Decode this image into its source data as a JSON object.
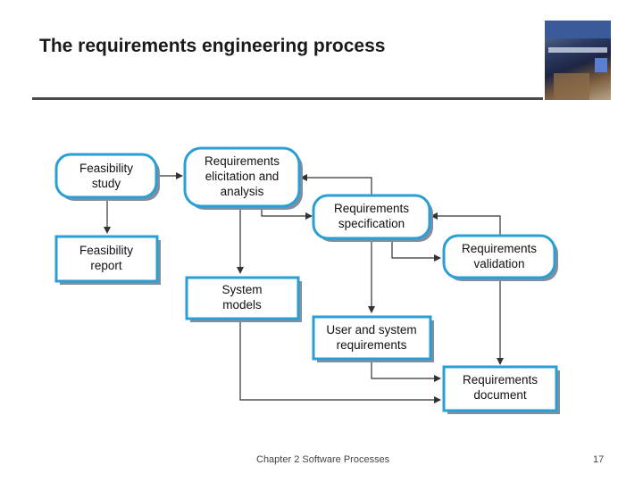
{
  "slide": {
    "title": "The requirements engineering process",
    "footer_text": "Chapter 2 Software Processes",
    "page_number": "17"
  },
  "diagram": {
    "colors": {
      "border": "#2a9fd6",
      "shadow": "#7f8f9f",
      "arrow": "#333333"
    },
    "nodes": [
      {
        "id": "feasibility-study",
        "shape": "rounded",
        "lines": [
          "Feasibility",
          "study"
        ]
      },
      {
        "id": "elicitation",
        "shape": "rounded",
        "lines": [
          "Requirements",
          "elicitation and",
          "analysis"
        ]
      },
      {
        "id": "specification",
        "shape": "rounded",
        "lines": [
          "Requirements",
          "specification"
        ]
      },
      {
        "id": "validation",
        "shape": "rounded",
        "lines": [
          "Requirements",
          "validation"
        ]
      },
      {
        "id": "feasibility-report",
        "shape": "rect",
        "lines": [
          "Feasibility",
          "report"
        ]
      },
      {
        "id": "system-models",
        "shape": "rect",
        "lines": [
          "System",
          "models"
        ]
      },
      {
        "id": "user-system-req",
        "shape": "rect",
        "lines": [
          "User and system",
          "requirements"
        ]
      },
      {
        "id": "req-document",
        "shape": "rect",
        "lines": [
          "Requirements",
          "document"
        ]
      }
    ]
  }
}
